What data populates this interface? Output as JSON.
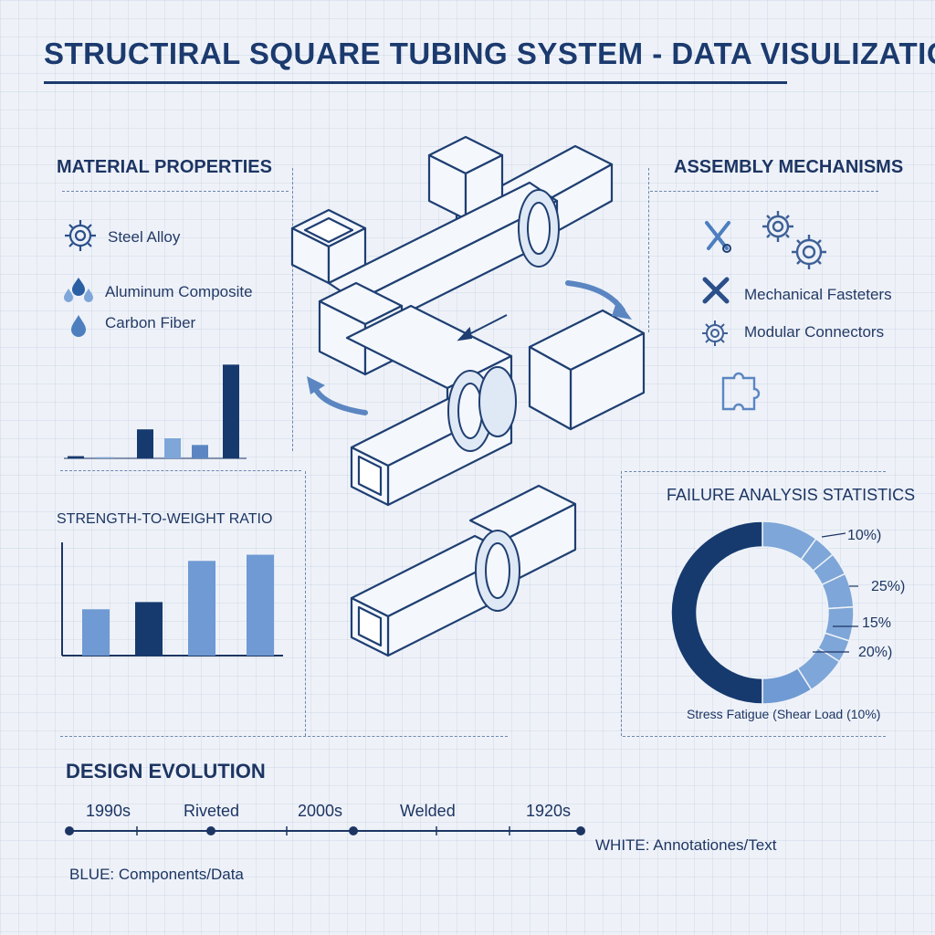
{
  "title": "STRUCTIRAL SQUARE TUBING SYSTEM - DATA VISULIZATION",
  "colors": {
    "dark_navy": "#163a6e",
    "mid_blue": "#5b86c2",
    "light_blue": "#7ea6d8",
    "grid_line": "#c9d5e8"
  },
  "material_properties": {
    "heading": "MATERIAL PROPERTIES",
    "items": [
      {
        "label": "Steel Alloy",
        "icon": "gear-icon"
      },
      {
        "label": "Aluminum Composite",
        "icon": "droplet-cluster-icon"
      },
      {
        "label": "Carbon Fiber",
        "icon": "droplet-icon"
      }
    ]
  },
  "assembly_mechanisms": {
    "heading": "ASSEMBLY MECHANISMS",
    "items": [
      {
        "label": "Mechanical Fasteters",
        "icon": "wrench-screwdriver-icon"
      },
      {
        "label": "Modular Connectors",
        "icon": "gear-icon"
      }
    ],
    "extra_icons": [
      "tools-icon",
      "double-gear-icon",
      "puzzle-icon"
    ]
  },
  "strength_to_weight": {
    "heading": "STRENGTH-TO-WEIGHT RATIO"
  },
  "failure_analysis": {
    "heading": "FAILURE ANALYSIS STATISTICS",
    "labels": [
      "10%)",
      "25%)",
      "15%",
      "20%)"
    ],
    "footer": "Stress Fatigue (Shear Load (10%)"
  },
  "design_evolution": {
    "heading": "DESIGN EVOLUTION",
    "stages": [
      "1990s",
      "Riveted",
      "2000s",
      "Welded",
      "1920s"
    ]
  },
  "legend": {
    "white": "WHITE: Annotationes/Text",
    "blue": "BLUE: Components/Data"
  },
  "chart_data": [
    {
      "type": "bar",
      "title": "",
      "values": [
        1,
        0.5,
        13,
        9,
        6,
        42
      ],
      "colors": [
        "#163a6e",
        "#7ea6d8",
        "#163a6e",
        "#7ea6d8",
        "#5b86c2",
        "#163a6e"
      ],
      "ylim": [
        0,
        45
      ]
    },
    {
      "type": "bar",
      "title": "STRENGTH-TO-WEIGHT RATIO",
      "values": [
        45,
        52,
        92,
        98
      ],
      "colors": [
        "#6f9ad3",
        "#163a6e",
        "#6f9ad3",
        "#6f9ad3"
      ],
      "ylim": [
        0,
        110
      ]
    },
    {
      "type": "pie",
      "title": "FAILURE ANALYSIS STATISTICS",
      "donut": true,
      "slices": [
        {
          "value": 10,
          "color": "#7ea6d8"
        },
        {
          "value": 4,
          "color": "#7ea6d8"
        },
        {
          "value": 4,
          "color": "#7ea6d8"
        },
        {
          "value": 6,
          "color": "#7ea6d8"
        },
        {
          "value": 6,
          "color": "#7ea6d8"
        },
        {
          "value": 4,
          "color": "#7ea6d8"
        },
        {
          "value": 7,
          "color": "#7ea6d8"
        },
        {
          "value": 9,
          "color": "#6f9ad3"
        },
        {
          "value": 50,
          "color": "#163a6e"
        }
      ]
    }
  ]
}
